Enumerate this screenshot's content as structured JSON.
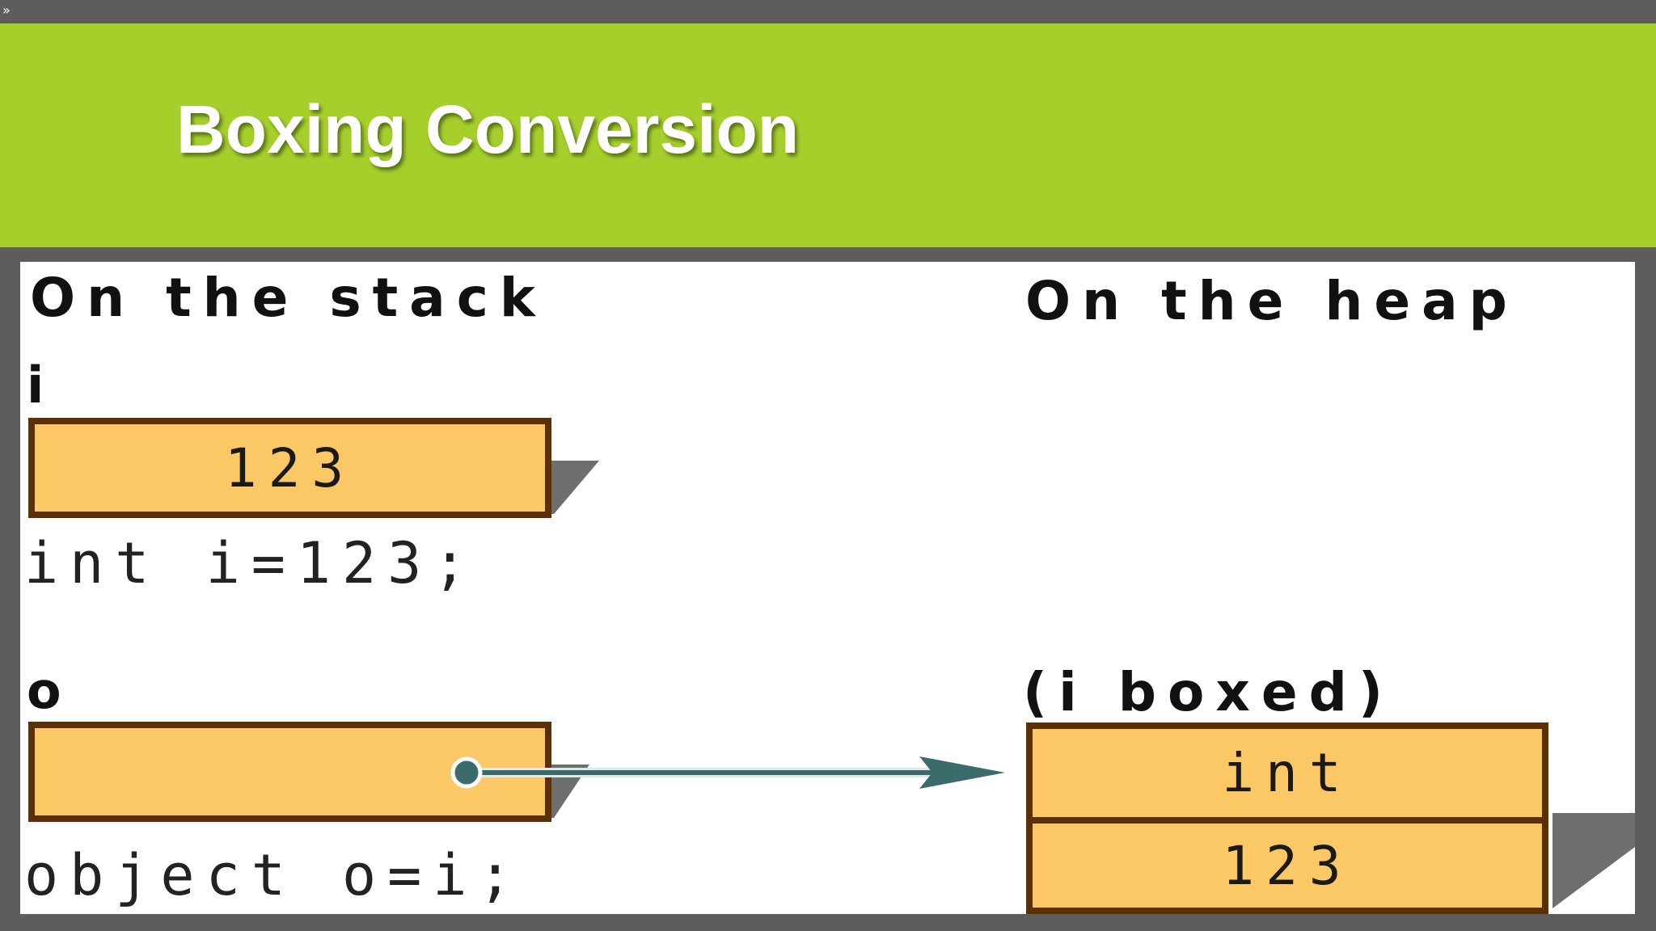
{
  "slide": {
    "title": "Boxing Conversion"
  },
  "diagram": {
    "stack_heading": "On the stack",
    "heap_heading": "On the heap",
    "stack": {
      "var_i_label": "i",
      "var_i_value": "123",
      "var_i_code": "int i=123;",
      "var_o_label": "o",
      "var_o_code": "object o=i;"
    },
    "heap": {
      "boxed_label": "(i boxed)",
      "type_cell": "int",
      "value_cell": "123"
    }
  },
  "colors": {
    "banner": "#a6cf2c",
    "box_fill": "#fcc765",
    "box_border": "#5b3006",
    "arrow": "#3b6b6b",
    "frame": "#5d5d5d"
  }
}
